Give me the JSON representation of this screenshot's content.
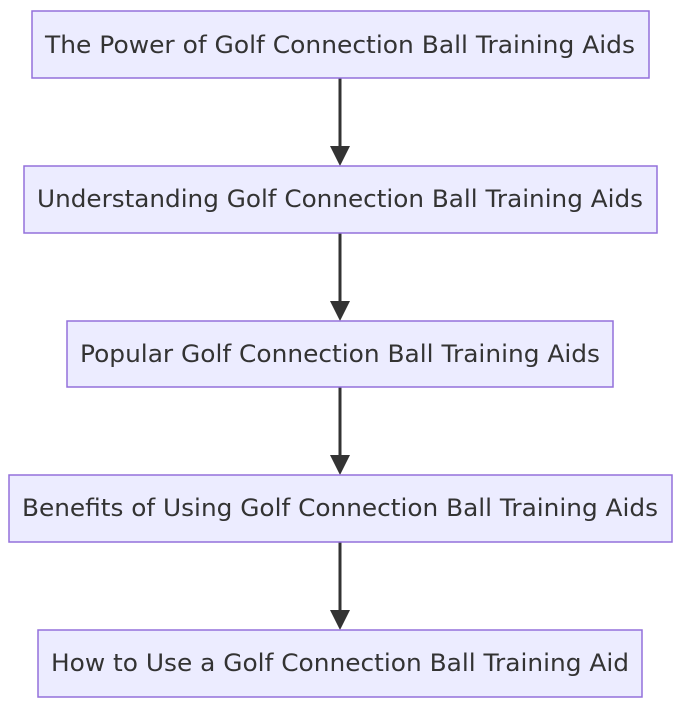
{
  "diagram": {
    "type": "flowchart",
    "direction": "top-down",
    "colors": {
      "node_fill": "#ececff",
      "node_border": "#9370db",
      "text": "#333333",
      "edge": "#333333"
    },
    "nodes": [
      {
        "id": "n1",
        "label": "The Power of Golf Connection Ball Training Aids"
      },
      {
        "id": "n2",
        "label": "Understanding Golf Connection Ball Training Aids"
      },
      {
        "id": "n3",
        "label": "Popular Golf Connection Ball Training Aids"
      },
      {
        "id": "n4",
        "label": "Benefits of Using Golf Connection Ball Training Aids"
      },
      {
        "id": "n5",
        "label": "How to Use a Golf Connection Ball Training Aid"
      }
    ],
    "edges": [
      {
        "from": "n1",
        "to": "n2"
      },
      {
        "from": "n2",
        "to": "n3"
      },
      {
        "from": "n3",
        "to": "n4"
      },
      {
        "from": "n4",
        "to": "n5"
      }
    ]
  }
}
